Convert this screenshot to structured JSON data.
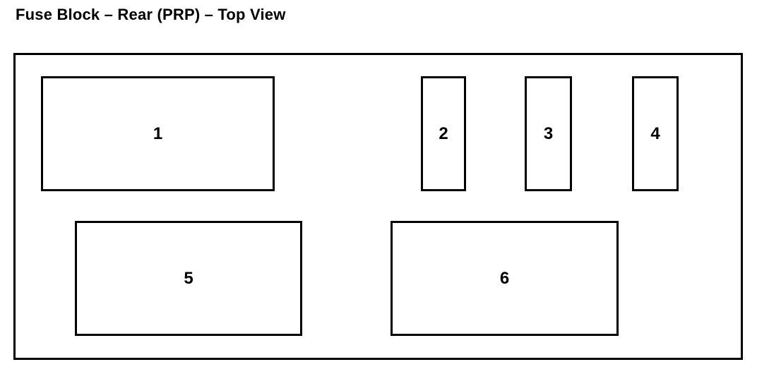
{
  "title": "Fuse Block – Rear (PRP) – Top View",
  "diagram": {
    "border_color": "#000000",
    "background_color": "#ffffff",
    "blocks": [
      {
        "label": "1"
      },
      {
        "label": "2"
      },
      {
        "label": "3"
      },
      {
        "label": "4"
      },
      {
        "label": "5"
      },
      {
        "label": "6"
      }
    ]
  }
}
